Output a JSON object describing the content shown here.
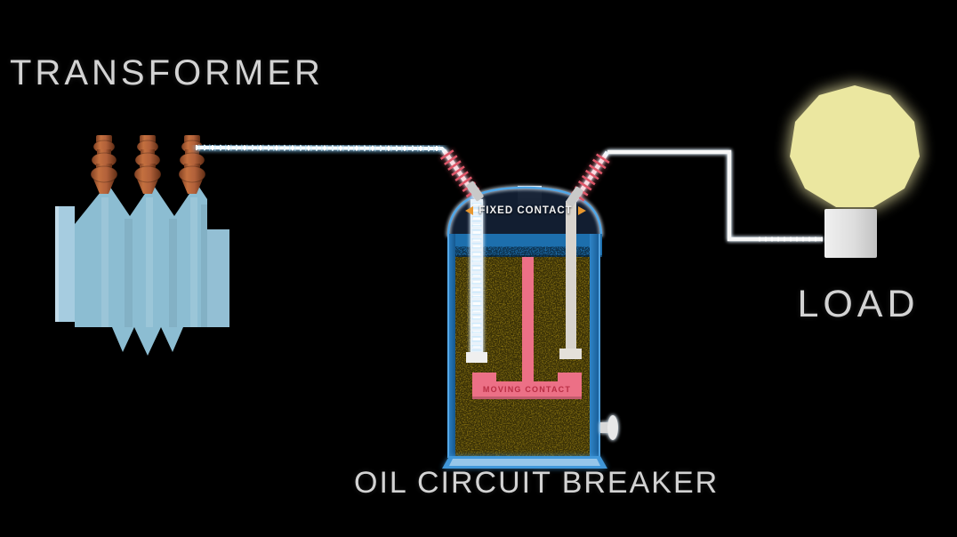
{
  "scene": {
    "background": "#000000",
    "labels": {
      "transformer": "TRANSFORMER",
      "breaker": "OIL CIRCUIT BREAKER",
      "load": "LOAD",
      "fixed_contact": "FIXED CONTACT",
      "moving_contact": "MOVING CONTACT"
    },
    "colors": {
      "label_text": "#d3d3d3",
      "transformer_body": "#8cbdd2",
      "transformer_panel": "#a6cce0",
      "copper_dark": "#7e3f22",
      "copper_mid": "#b2613a",
      "copper_light": "#c4703f",
      "tank_blue": "#1d6fad",
      "tank_border_dark": "#15578f",
      "tank_border_light": "#2f85c8",
      "tank_rim_light": "#4fa7e8",
      "tank_base_blue": "#3f97d9",
      "dome_navy": "#131f33",
      "oil_olive": "#7d690f",
      "contact_pink": "#ec7086",
      "moving_contact_text": "#b92e44",
      "arrow_orange": "#e8972f",
      "rod_white": "#e9f2fa",
      "rod_gray": "#d8d4ce",
      "insulator_red": "#e0596b",
      "wire_white": "#f8fcff",
      "wire_glow": "#8fd4ff",
      "bulb_yellow": "#ebe7a0",
      "bulb_base_light": "#f0f0f0",
      "bulb_base_dark": "#c2c2c2",
      "valve_gray": "#d8d8d8",
      "metal_gray": "#c9c9c9",
      "cap_gray": "#d2d2d2"
    }
  }
}
